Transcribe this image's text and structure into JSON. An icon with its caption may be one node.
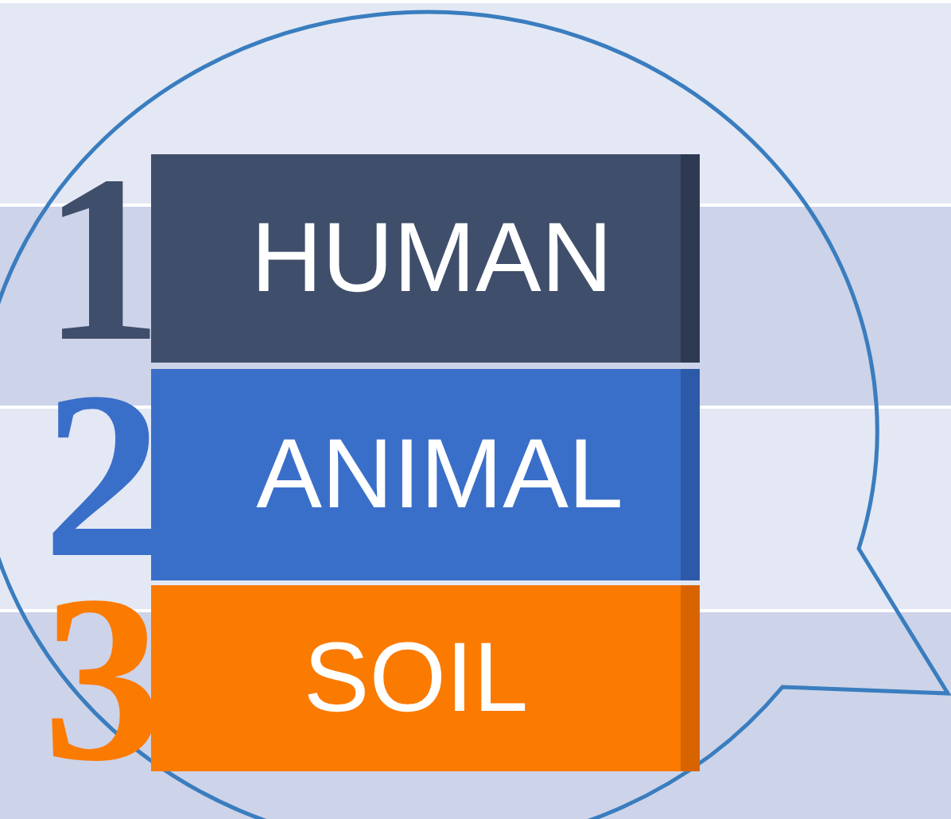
{
  "diagram": {
    "nodes": [
      {
        "text": [
          "1",
          "HUMAN"
        ]
      },
      {
        "text": [
          "2",
          "ANIMAL"
        ]
      },
      {
        "text": [
          "3",
          "SOIL"
        ]
      }
    ]
  }
}
